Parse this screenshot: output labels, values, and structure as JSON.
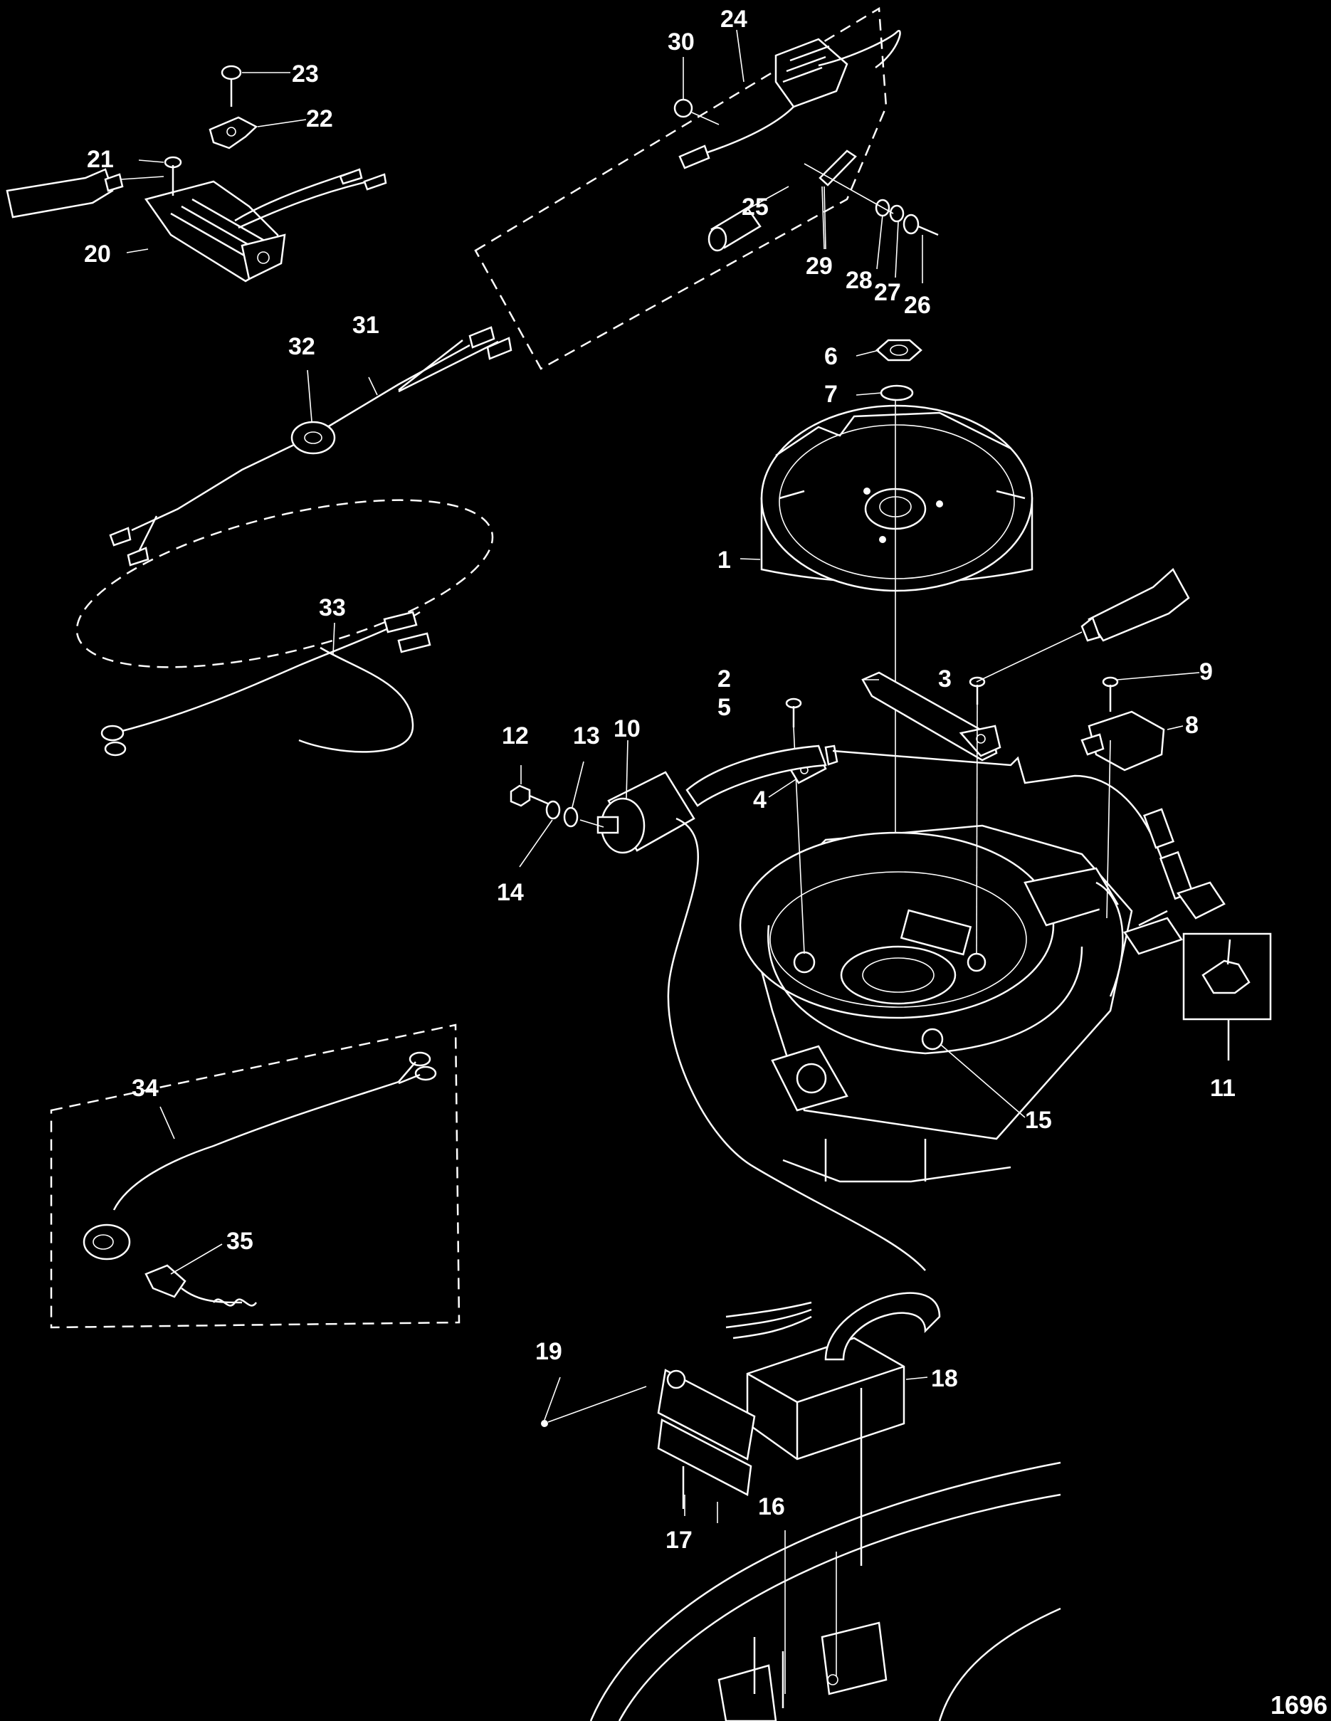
{
  "diagram": {
    "reference_number": "1696",
    "tube_label": "7",
    "parts": [
      {
        "id": "1"
      },
      {
        "id": "2"
      },
      {
        "id": "3"
      },
      {
        "id": "4"
      },
      {
        "id": "5"
      },
      {
        "id": "6"
      },
      {
        "id": "7"
      },
      {
        "id": "8"
      },
      {
        "id": "9"
      },
      {
        "id": "10"
      },
      {
        "id": "11"
      },
      {
        "id": "12"
      },
      {
        "id": "13"
      },
      {
        "id": "14"
      },
      {
        "id": "15"
      },
      {
        "id": "16"
      },
      {
        "id": "17"
      },
      {
        "id": "18"
      },
      {
        "id": "19"
      },
      {
        "id": "20"
      },
      {
        "id": "21"
      },
      {
        "id": "22"
      },
      {
        "id": "23"
      },
      {
        "id": "24"
      },
      {
        "id": "25"
      },
      {
        "id": "26"
      },
      {
        "id": "27"
      },
      {
        "id": "28"
      },
      {
        "id": "29"
      },
      {
        "id": "30"
      },
      {
        "id": "31"
      },
      {
        "id": "32"
      },
      {
        "id": "33"
      },
      {
        "id": "34"
      },
      {
        "id": "35"
      }
    ]
  }
}
